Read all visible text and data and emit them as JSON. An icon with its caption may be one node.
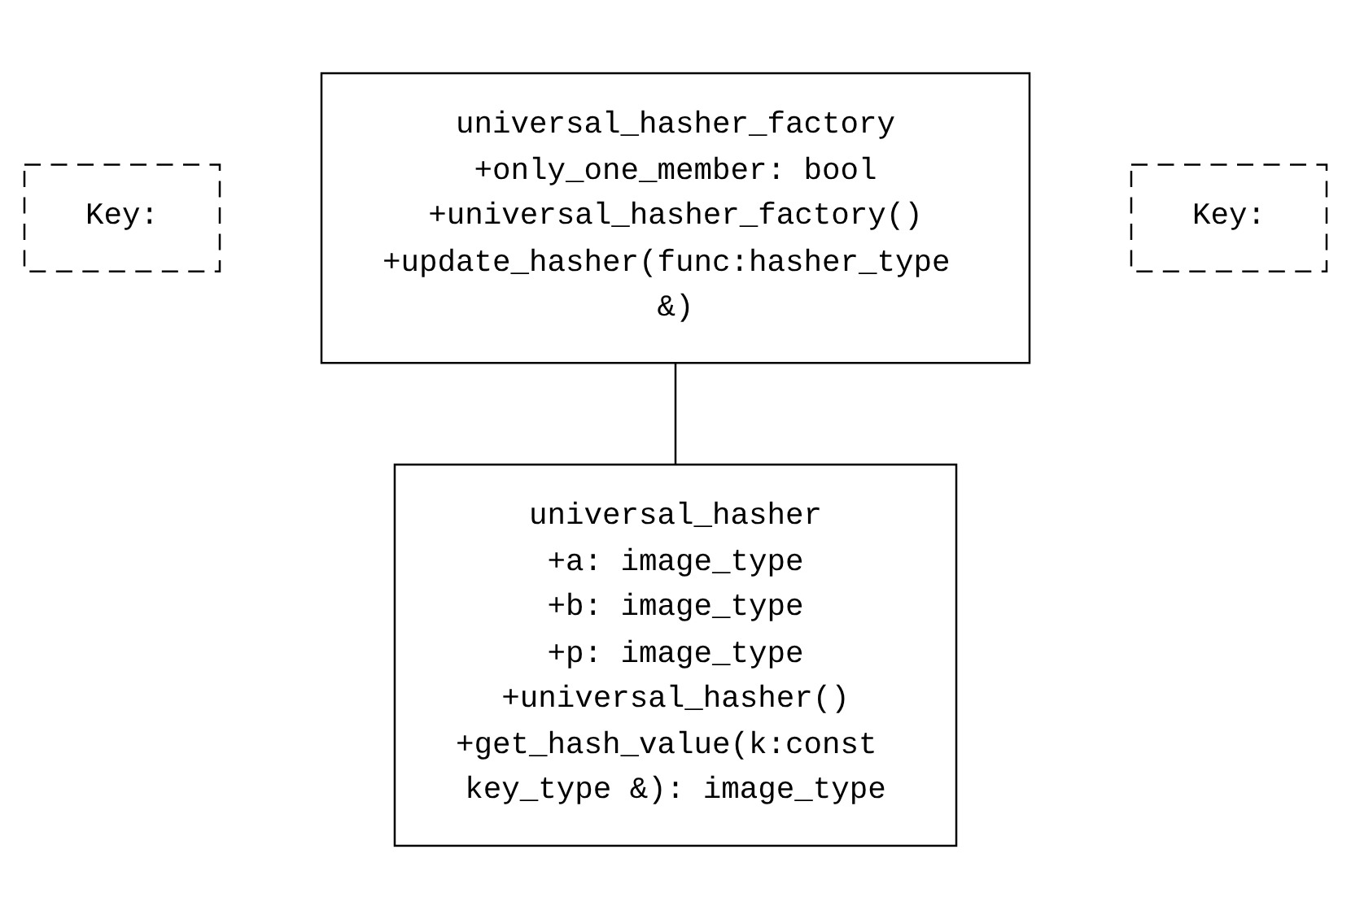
{
  "diagram": {
    "nodes": [
      {
        "text": [
          "Key:"
        ]
      },
      {
        "text": [
          "universal_hasher_factory",
          "+only_one_member: bool",
          "+universal_hasher_factory()",
          "+update_hasher(func:hasher_type &)"
        ]
      },
      {
        "text": [
          "Key:"
        ]
      },
      {
        "text": [
          "universal_hasher",
          "+a: image_type",
          "+b: image_type",
          "+p: image_type",
          "+universal_hasher()",
          "+get_hash_value(k:const key_type &): image_type"
        ]
      }
    ],
    "edges": [
      {
        "from": 1,
        "to": 3,
        "arrow": "none"
      }
    ]
  }
}
